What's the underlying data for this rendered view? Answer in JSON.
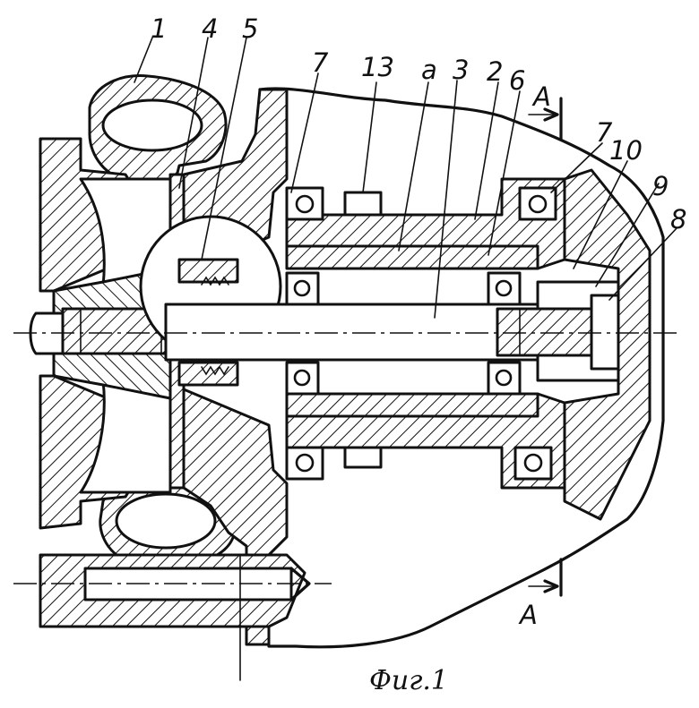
{
  "figure": {
    "caption": "Фиг.1",
    "section_mark": "А",
    "labels": {
      "l1": "1",
      "l4": "4",
      "l5": "5",
      "l7a": "7",
      "l13": "13",
      "la": "а",
      "l3": "3",
      "l2": "2",
      "l6": "6",
      "l7b": "7",
      "l10": "10",
      "l9": "9",
      "l8": "8"
    }
  }
}
